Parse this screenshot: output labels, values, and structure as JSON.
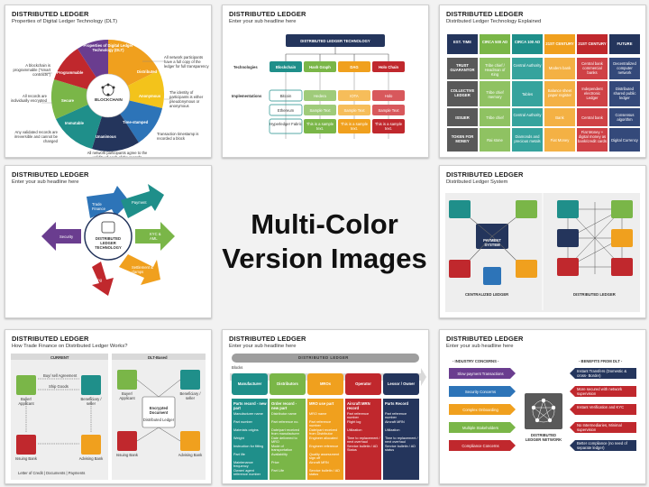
{
  "center_text": {
    "line1": "Multi-Color",
    "line2": "Version Images"
  },
  "slides": [
    {
      "title": "DISTRIBUTED LEDGER",
      "subtitle": "Properties of Digital Ledger Technology (DLT)",
      "wheel_center": "BLOCKCHAIN",
      "wheel_top": "Properties of Digital Ledger Technology (DLT)",
      "segments": [
        "Distributed",
        "Anonymous",
        "Time-stamped",
        "Unanimous",
        "Immutable",
        "Secure",
        "Programmable"
      ],
      "notes": [
        "All network participants have a full copy of the ledger for full transparency",
        "The identity of participants is either pseudonymous or anonymous",
        "Transaction timestamp is recorded a block",
        "All network participants agree to the validity of each of the records",
        "Any validated records are irreversible and cannot be changed",
        "All records are individually encrypted",
        "A blockchain is programmable (\"smart contracts\")"
      ]
    },
    {
      "title": "DISTRIBUTED LEDGER",
      "subtitle": "Enter your sub headline here",
      "root": "DISTRIBUTED LEDGER TECHNOLOGY",
      "row_label_1": "Technologies",
      "row_label_2": "Implementations",
      "techs": [
        "Blockchain",
        "Hash Graph",
        "DAG",
        "Holo Chain"
      ],
      "impl": [
        [
          "Bitcoin",
          "Ethereum",
          "Hyperledger Fabric"
        ],
        [
          "Hedera",
          "Sample Text",
          "This is a sample text."
        ],
        [
          "IOTA",
          "Sample Text",
          "This is a sample text."
        ],
        [
          "Holo",
          "Sample Text",
          "This is a sample text."
        ]
      ]
    },
    {
      "title": "DISTRIBUTED LEDGER",
      "subtitle": "Distributed Ledger Technology Explained",
      "headers": [
        "EST. TIME",
        "CIRCA 500 AD",
        "CIRCA 100 AD",
        "21ST CENTURY",
        "21ST CENTURY",
        "FUTURE"
      ],
      "rows": [
        [
          "TRUST GUARANTOR",
          "Tribe chief / Headman of King",
          "Central Authority",
          "Modern bank",
          "Central bank commercial banks",
          "Decentralized computer network"
        ],
        [
          "COLLECTIVE LEDGER",
          "Tribe chief memory",
          "Tables",
          "Balance sheet paper register",
          "Independent electronic Ledger",
          "Distributed shared public ledger"
        ],
        [
          "ISSUER",
          "Tribe chief",
          "Central Authority",
          "Bank",
          "Central bank",
          "Consensus algorithm"
        ],
        [
          "TOKEN FOR MONEY",
          "Rai stone",
          "Diamonds and precious metals",
          "Fiat Money",
          "Fiat Money + digital money as bank/credit cards",
          "Digital Currency"
        ]
      ]
    },
    {
      "title": "DISTRIBUTED LEDGER",
      "subtitle": "Enter your sub headline here",
      "hub": "DISTRIBUTED LEDGER TECHNOLOGY",
      "arrows": [
        "Trade Finance",
        "Payment",
        "KYC & AML",
        "Settlement & clamps",
        "Lending",
        "Security"
      ]
    },
    {
      "title": "DISTRIBUTED LEDGER",
      "subtitle": "Distributed Ledger System",
      "center": "PAYMENT SYSTEM",
      "left_label": "CENTRALIZED LEDGER",
      "right_label": "DISTRIBUTED LEDGER"
    },
    {
      "title": "DISTRIBUTED LEDGER",
      "subtitle": "How Trade Finance on Distributed Ledger Works?",
      "left_header": "CURRENT",
      "right_header": "DLT-Based",
      "left_items": [
        "Buyer/ Applicant",
        "Beneficiary / seller",
        "Issuing Bank",
        "Advising Bank"
      ],
      "left_flows": [
        "Buy/ sell Agreement",
        "Ship Goods"
      ],
      "right_items": [
        "Buyer/ Applicant",
        "Beneficiary / seller",
        "Issuing Bank",
        "Advising Bank"
      ],
      "doc_title": "Encrypted Document",
      "doc_sub": "Distributed Ledger",
      "footer": "Letter of Credit | Documents | Payments"
    },
    {
      "title": "DISTRIBUTED LEDGER",
      "subtitle": "Enter your sub headline here",
      "banner": "DISTRIBUTED LEDGER",
      "blocks_label": "Blocks",
      "columns": [
        {
          "name": "Manufacturer",
          "head": "Parts record - new part",
          "items": [
            "Manufacturer name",
            "Part number",
            "Materials origins",
            "Weight",
            "Instruction for fitting",
            "Part life",
            "Maintenance frequency",
            "Owner/ agent reference number"
          ]
        },
        {
          "name": "Distributors",
          "head": "Order record - new part",
          "items": [
            "Distributor name",
            "Part reference no.",
            "Date/part received from manufacturer",
            "Date delivered to MRO",
            "Mode of transportation",
            "Availability",
            "Price",
            "Part Life"
          ]
        },
        {
          "name": "MROs",
          "head": "MRO use part",
          "items": [
            "MRO name",
            "Part reference number",
            "Date/part received from Distributor",
            "Engineer allocated",
            "Engineer reference",
            "Quality assessment sign off",
            "Aircraft MRN",
            "Service bulletin / AD status"
          ]
        },
        {
          "name": "Operator",
          "head": "Aircraft MRN record",
          "items": [
            "Part reference number",
            "Flight log",
            "Utilization",
            "Time to replacement / next overhaul",
            "Service bulletin / AD Status"
          ]
        },
        {
          "name": "Lessor / Owner",
          "head": "Parts Record",
          "items": [
            "Part reference number",
            "Aircraft MRN",
            "Utilization",
            "Time to replacement / next overhaul",
            "Service bulletin / AD status"
          ]
        }
      ]
    },
    {
      "title": "DISTRIBUTED LEDGER",
      "subtitle": "Enter your sub headline here",
      "left_header": "- INDUSTRY CONCERNS -",
      "right_header": "- BENEFITS FROM DLT -",
      "concerns": [
        "Slow payment Transactions",
        "Security Concerns",
        "Complex Onboarding",
        "Multiple Stakeholders",
        "Compliance Concerns"
      ],
      "benefits": [
        "Instant Transfers (Domestic & cross- Border)",
        "More secured with network supervision",
        "Instant Verification and KYC",
        "No Intermediaries, Minimal supervision",
        "Better compliance (no need of separate ledger)"
      ],
      "network": "DISTRIBUTED LEDGER NETWORK"
    }
  ],
  "palette": {
    "red": "#c0282d",
    "orange": "#f0a01e",
    "yellow": "#f3c31b",
    "green": "#7ab648",
    "teal": "#1f8f8a",
    "blue": "#2d74b8",
    "navy": "#24355c",
    "purple": "#6a3d8f",
    "grey": "#595959"
  }
}
